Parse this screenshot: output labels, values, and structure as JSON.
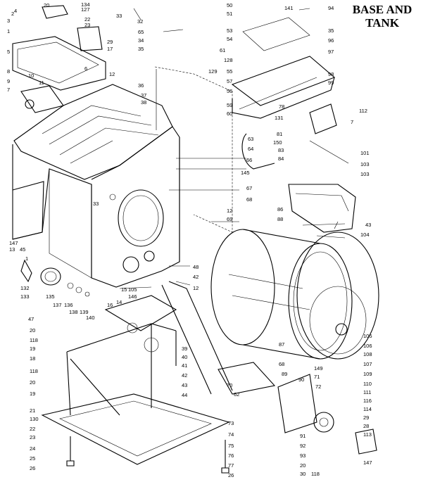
{
  "title_line1": "BASE AND",
  "title_line2": "TANK",
  "callouts": {
    "c20_tl": "20",
    "c134": "134",
    "c127": "127",
    "c33a": "33",
    "c32a": "32",
    "c23": "23",
    "c22": "22",
    "c4": "4",
    "c3": "3",
    "c1": "1",
    "c5": "5",
    "c2": "2",
    "c8": "8",
    "c9": "9",
    "c10": "10",
    "c6": "6",
    "c7": "7",
    "c11": "11",
    "c12a": "12",
    "c17": "17",
    "c29": "29",
    "c36": "36",
    "c37": "37",
    "c38": "38",
    "c65": "65",
    "c34": "34",
    "c35": "35",
    "c129": "129",
    "c50": "50",
    "c51": "51",
    "c53": "53",
    "c54": "54",
    "c141": "141",
    "c94": "94",
    "c35b": "35",
    "c96": "96",
    "c97": "97",
    "c98": "98",
    "c99": "99",
    "c61": "61",
    "c128": "128",
    "c55": "55",
    "c57": "57",
    "c56": "56",
    "c59": "59",
    "c60": "60",
    "c7b": "7",
    "c112": "112",
    "c131": "131",
    "c78": "78",
    "c81": "81",
    "c150": "150",
    "c83": "83",
    "c84": "84",
    "c63": "63",
    "c64": "64",
    "c66": "66",
    "c145": "145",
    "c101": "101",
    "c103a": "103",
    "c103b": "103",
    "c33b": "33",
    "c67": "67",
    "c68": "68",
    "c12b": "12",
    "c69": "69",
    "c86": "86",
    "c88": "88",
    "c43": "43",
    "c104": "104",
    "c147a": "147",
    "c13": "13",
    "c45": "45",
    "c1b": "1",
    "c132": "132",
    "c133": "133",
    "c135": "135",
    "c137": "137",
    "c136": "136",
    "c138": "138",
    "c139": "139",
    "c140": "140",
    "c16": "16",
    "c15": "15",
    "c105": "105",
    "c146": "146",
    "c14": "14",
    "c48": "48",
    "c42": "42",
    "c12c": "12",
    "c47": "47",
    "c20a": "20",
    "c118a": "118",
    "c19": "19",
    "c18": "18",
    "c118b": "118",
    "c20b": "20",
    "c19b": "19",
    "c21": "21",
    "c130": "130",
    "c22b": "22",
    "c23b": "23",
    "c24": "24",
    "c25": "25",
    "c26": "26",
    "c39": "39",
    "c40": "40",
    "c41": "41",
    "c42b": "42",
    "c43b": "43",
    "c44": "44",
    "c87": "87",
    "c68b": "68",
    "c89": "89",
    "c105b": "105",
    "c106": "106",
    "c107": "107",
    "c108": "108",
    "c109": "109",
    "c149": "149",
    "c71": "71",
    "c70": "70",
    "c62": "62",
    "c90": "90",
    "c72": "72",
    "c73": "73",
    "c74": "74",
    "c75": "75",
    "c76": "76",
    "c77": "77",
    "c26b": "26",
    "c91": "91",
    "c92": "92",
    "c93": "93",
    "c110": "110",
    "c111": "111",
    "c116": "116",
    "c114": "114",
    "c29b": "29",
    "c28": "28",
    "c113": "113",
    "c20c": "20",
    "c30": "30",
    "c118c": "118",
    "c147b": "147"
  }
}
